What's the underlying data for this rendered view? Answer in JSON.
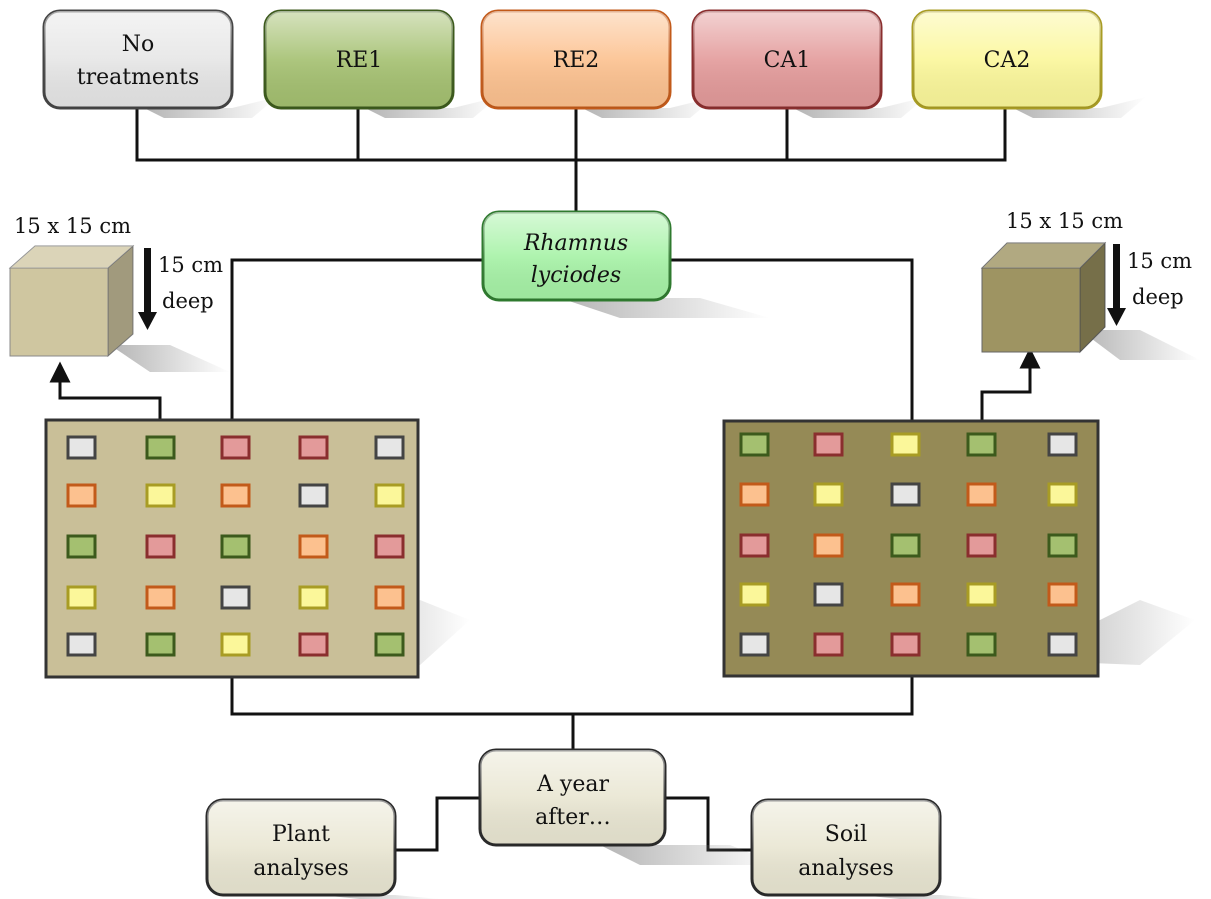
{
  "treatments": [
    {
      "key": "none",
      "lines": [
        "No",
        "treatments"
      ],
      "fill": "#e6e6e6",
      "stroke": "#444444"
    },
    {
      "key": "re1",
      "lines": [
        "RE1"
      ],
      "fill": "#a4c070",
      "stroke": "#3c5a1c"
    },
    {
      "key": "re2",
      "lines": [
        "RE2"
      ],
      "fill": "#fcc18f",
      "stroke": "#c25a1a"
    },
    {
      "key": "ca1",
      "lines": [
        "CA1"
      ],
      "fill": "#e39a9a",
      "stroke": "#8a2e2e"
    },
    {
      "key": "ca2",
      "lines": [
        "CA2"
      ],
      "fill": "#fbf79a",
      "stroke": "#a89c24"
    }
  ],
  "species": {
    "line1": "Rhamnus",
    "line2": "lyciodes",
    "fill": "#a6f2a6",
    "stroke": "#2f7a2f"
  },
  "left_sample": {
    "size": "15 x 15 cm",
    "depth_line1": "15 cm",
    "depth_line2": "deep",
    "soil_color": "#cfc6a0"
  },
  "right_sample": {
    "size": "15 x 15 cm",
    "depth_line1": "15 cm",
    "depth_line2": "deep",
    "soil_color": "#9e9462"
  },
  "left_plot": {
    "background": "#c9bf98",
    "grid": [
      [
        "none",
        "re1",
        "ca1",
        "ca1",
        "none"
      ],
      [
        "re2",
        "ca2",
        "re2",
        "none",
        "ca2"
      ],
      [
        "re1",
        "ca1",
        "re1",
        "re2",
        "ca1"
      ],
      [
        "ca2",
        "re2",
        "none",
        "ca2",
        "re2"
      ],
      [
        "none",
        "re1",
        "ca2",
        "ca1",
        "re1"
      ]
    ]
  },
  "right_plot": {
    "background": "#958a56",
    "grid": [
      [
        "re1",
        "ca1",
        "ca2",
        "re1",
        "none"
      ],
      [
        "re2",
        "ca2",
        "none",
        "re2",
        "ca2"
      ],
      [
        "ca1",
        "re2",
        "re1",
        "ca1",
        "re1"
      ],
      [
        "ca2",
        "none",
        "re2",
        "ca2",
        "re2"
      ],
      [
        "none",
        "ca1",
        "ca1",
        "re1",
        "none"
      ]
    ]
  },
  "timeline": {
    "line1": "A year",
    "line2": "after…"
  },
  "plant": {
    "line1": "Plant",
    "line2": "analyses"
  },
  "soil": {
    "line1": "Soil",
    "line2": "analyses"
  },
  "neutral_box": {
    "fill": "#e9e6d2",
    "stroke": "#2a2a2a"
  }
}
